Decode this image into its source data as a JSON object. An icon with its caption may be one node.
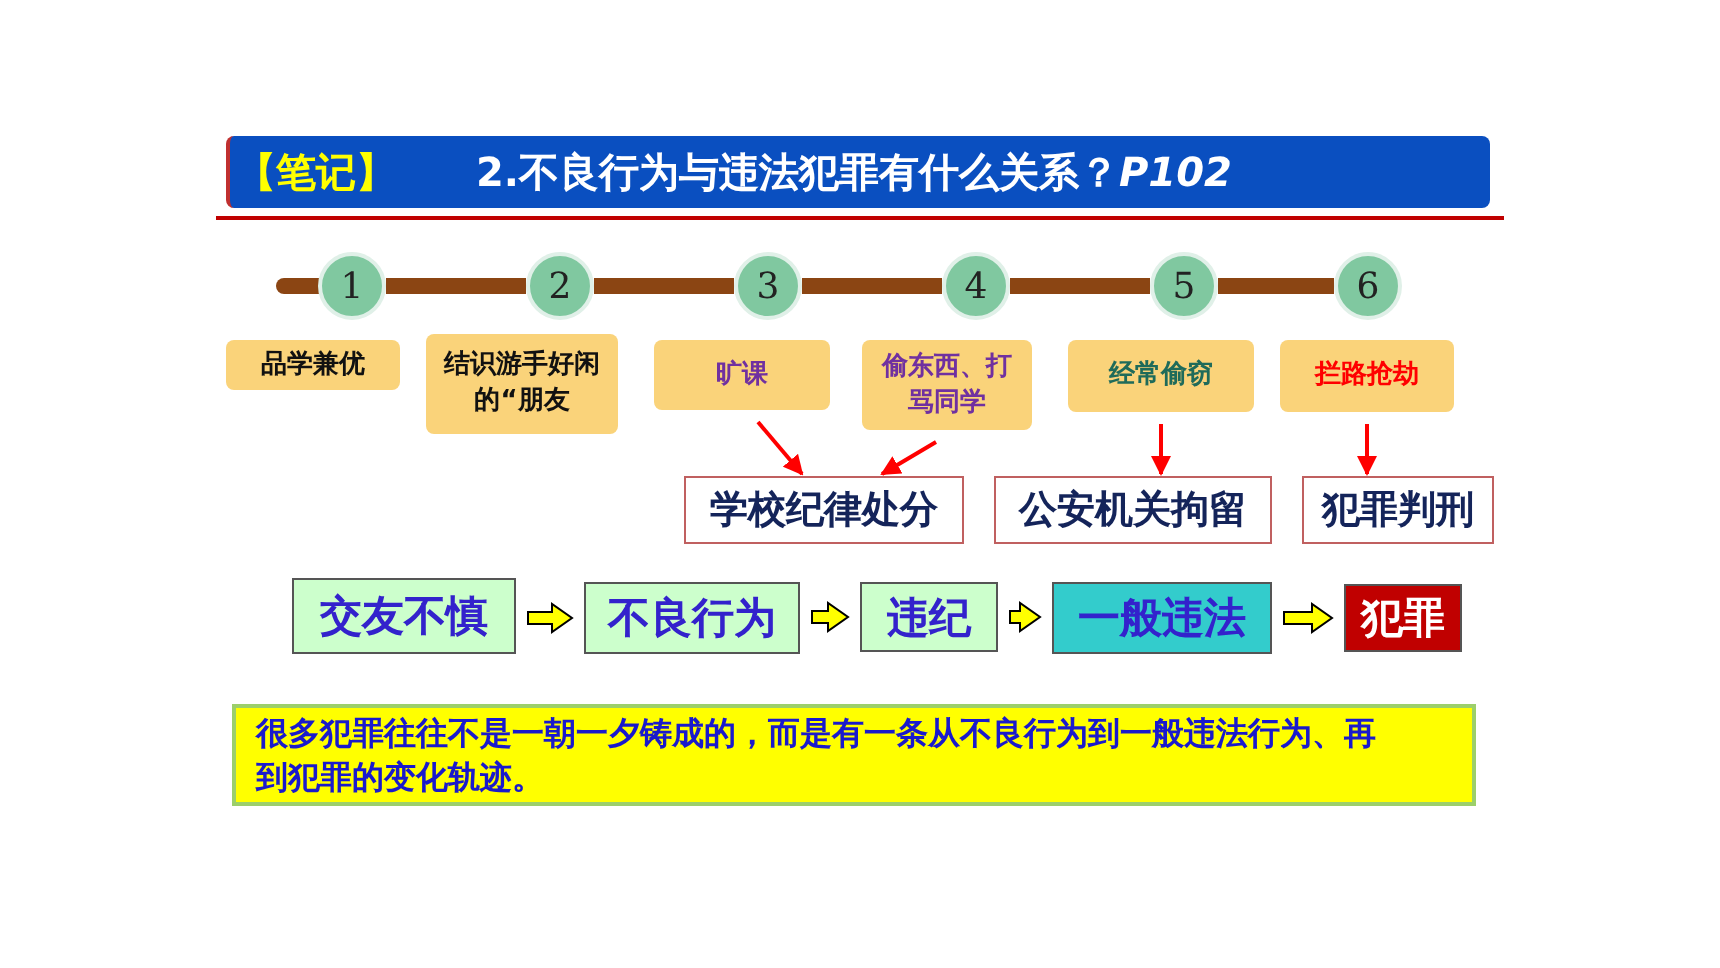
{
  "diagram": {
    "title": "2.不良行为与违法犯罪有什么关系？*P102*",
    "nodes": [
      {
        "text": [
          "1"
        ]
      },
      {
        "text": [
          "2"
        ]
      },
      {
        "text": [
          "3"
        ]
      },
      {
        "text": [
          "4"
        ]
      },
      {
        "text": [
          "5"
        ]
      },
      {
        "text": [
          "6"
        ]
      },
      {
        "text": [
          "品学兼优"
        ]
      },
      {
        "text": [
          "结识游手好闲的“朋友"
        ]
      },
      {
        "text": [
          "旷课"
        ]
      },
      {
        "text": [
          "偷东西、打骂同学"
        ]
      },
      {
        "text": [
          "经常偷窃"
        ]
      },
      {
        "text": [
          "拦路抢劫"
        ]
      },
      {
        "text": [
          "学校纪律处分"
        ]
      },
      {
        "text": [
          "公安机关拘留"
        ]
      },
      {
        "text": [
          "犯罪判刑"
        ]
      },
      {
        "text": [
          "交友不慎"
        ]
      },
      {
        "text": [
          "不良行为"
        ]
      },
      {
        "text": [
          "违纪"
        ]
      },
      {
        "text": [
          "一般违法"
        ]
      },
      {
        "text": [
          "犯罪"
        ]
      },
      {
        "text": [
          "很多犯罪往往不是一朝一夕铸成的，而是有一条从不良行为到一般违法行为、再到犯罪的变化轨迹。"
        ]
      }
    ],
    "edges": [
      {
        "from": 0,
        "to": 1,
        "arrow": "none",
        "color": "#8b4513"
      },
      {
        "from": 1,
        "to": 2,
        "arrow": "none",
        "color": "#8b4513"
      },
      {
        "from": 2,
        "to": 3,
        "arrow": "none",
        "color": "#8b4513"
      },
      {
        "from": 3,
        "to": 4,
        "arrow": "none",
        "color": "#8b4513"
      },
      {
        "from": 4,
        "to": 5,
        "arrow": "none",
        "color": "#8b4513"
      },
      {
        "from": 8,
        "to": 12,
        "arrow": "to",
        "color": "#ff0000"
      },
      {
        "from": 9,
        "to": 12,
        "arrow": "to",
        "color": "#ff0000"
      },
      {
        "from": 10,
        "to": 13,
        "arrow": "to",
        "color": "#ff0000"
      },
      {
        "from": 11,
        "to": 14,
        "arrow": "to",
        "color": "#ff0000"
      },
      {
        "from": 15,
        "to": 16,
        "arrow": "to",
        "color": "#ffff00"
      },
      {
        "from": 16,
        "to": 17,
        "arrow": "to",
        "color": "#ffff00"
      },
      {
        "from": 17,
        "to": 18,
        "arrow": "to",
        "color": "#ffff00"
      },
      {
        "from": 18,
        "to": 19,
        "arrow": "to",
        "color": "#ffff00"
      }
    ],
    "labels": [
      "【笔记】"
    ]
  }
}
